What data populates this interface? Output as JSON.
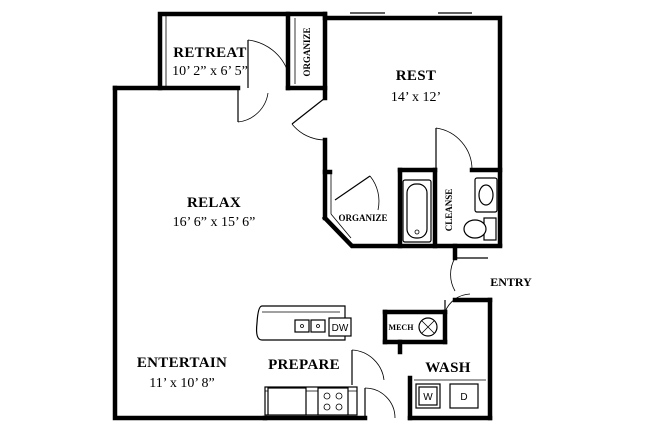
{
  "rooms": {
    "retreat": {
      "name": "RETREAT",
      "dims": "10’ 2” x 6’ 5”"
    },
    "rest": {
      "name": "REST",
      "dims": "14’ x 12’"
    },
    "relax": {
      "name": "RELAX",
      "dims": "16’ 6” x 15’ 6”"
    },
    "entertain": {
      "name": "ENTERTAIN",
      "dims": "11’ x 10’ 8”"
    },
    "prepare": {
      "name": "PREPARE"
    },
    "wash": {
      "name": "WASH"
    },
    "cleanse": {
      "name": "CLEANSE"
    },
    "organize_top": {
      "name": "ORGANIZE"
    },
    "organize_bottom": {
      "name": "ORGANIZE"
    },
    "mech": {
      "name": "MECH"
    }
  },
  "appliances": {
    "dishwasher": "DW",
    "washer": "W",
    "dryer": "D"
  },
  "entry": "ENTRY"
}
